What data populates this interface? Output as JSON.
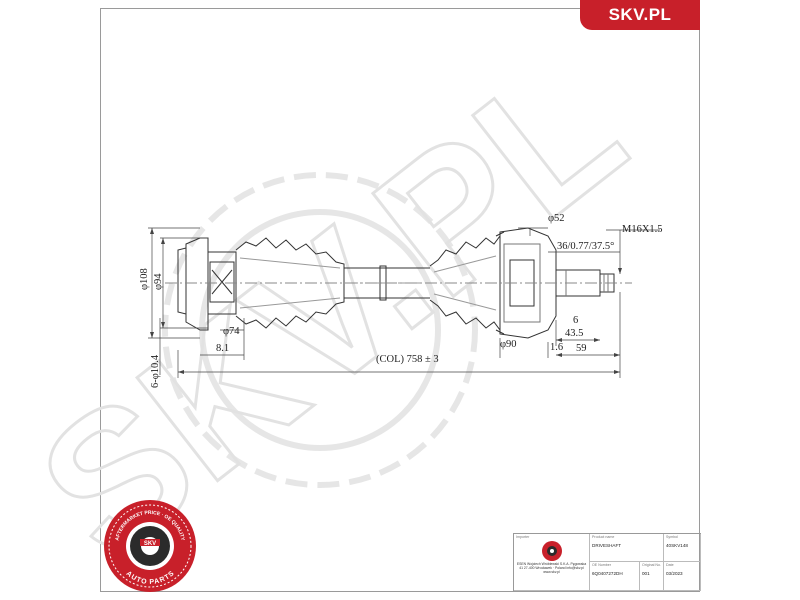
{
  "brand": {
    "logo_text": "SKV.PL"
  },
  "colors": {
    "brand_red": "#c8202a",
    "line": "#333333",
    "watermark": "#e6e6e6"
  },
  "watermark": {
    "text": "SKV.PL"
  },
  "dimensions": {
    "d108": "φ108",
    "d94": "φ94",
    "d74": "φ74",
    "d52": "φ52",
    "d90": "φ90",
    "len_8_1": "8.1",
    "len_1_6": "1.6",
    "len_59": "59",
    "len_6": "6",
    "len_43_5": "43.5",
    "thread": "M16X1.5",
    "splines": "36/0.77/37.5°",
    "total_length": "(COL) 758 ± 3",
    "bolt": "6-φ10.4"
  },
  "seal": {
    "center": "SKV",
    "top_text": "AFTERMARKET PRICE · OE QUALITY",
    "bottom_text": "AUTO PARTS"
  },
  "title_block": {
    "importer_label": "Importer",
    "importer_text": "ESEN Wojciech Wróblewski S.K.A. Pęgowska 41 27-400 Wrocławek · Poland info@skv.pl www.skv.pl",
    "product_name_label": "Product name",
    "product_name": "DRIVESHAFT",
    "symbol_label": "Symbol",
    "symbol": "40SKV148",
    "oe_number_label": "OE Number",
    "oe_number": "6Q0407272DH",
    "original_no_label": "Original No.",
    "original_no": "001",
    "date_label": "Date",
    "date": "03/2023"
  }
}
